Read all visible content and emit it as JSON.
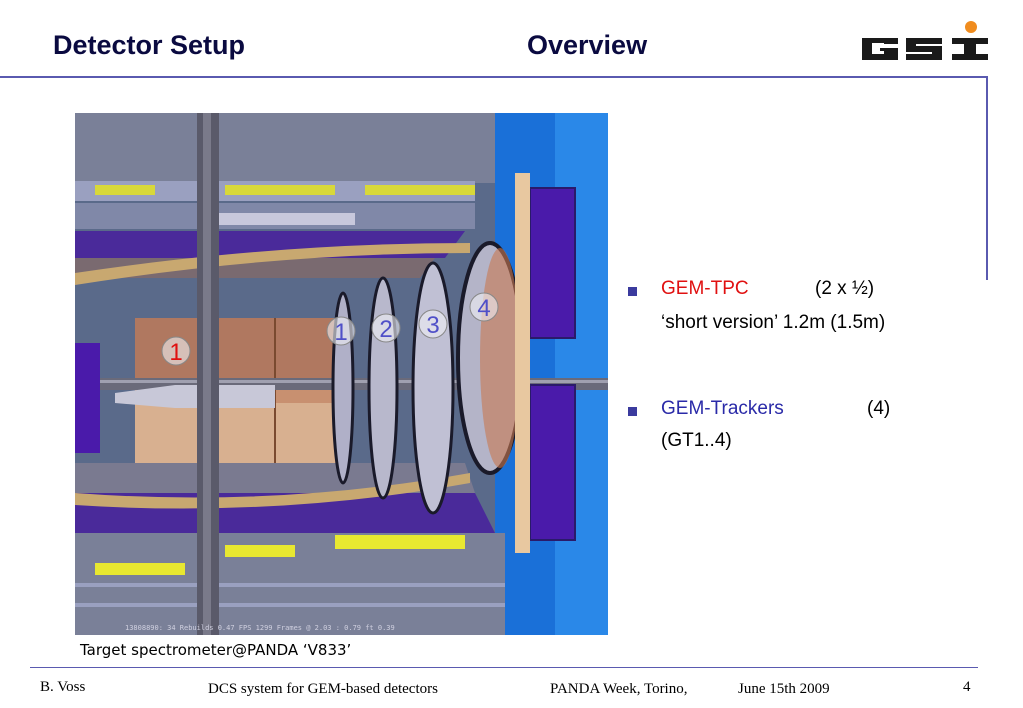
{
  "header": {
    "title_left": "Detector Setup",
    "title_right": "Overview",
    "logo_text": "GSI"
  },
  "figure": {
    "caption": "Target spectrometer@PANDA ‘V833’",
    "status_line": "13808890:   34 Rebuilds  0.47 FPS   1299 Frames @   2.03 :   0.79 ft 0.39",
    "markers": [
      {
        "label": "1",
        "color": "#e01010"
      },
      {
        "label": "1",
        "color": "#5050c8"
      },
      {
        "label": "2",
        "color": "#5050c8"
      },
      {
        "label": "3",
        "color": "#5050c8"
      },
      {
        "label": "4",
        "color": "#5050c8"
      }
    ]
  },
  "bullets": [
    {
      "name": "GEM-TPC",
      "count": "(2 x ½)",
      "detail": "‘short version’ 1.2m (1.5m)"
    },
    {
      "name": "GEM-Trackers",
      "count": "(4)",
      "detail": "(GT1..4)"
    }
  ],
  "footer": {
    "author": "B. Voss",
    "talk": "DCS system for GEM-based detectors",
    "event": "PANDA Week, Torino,",
    "date": "June 15th 2009",
    "page": "4"
  },
  "colors": {
    "accent": "#5a5ab0",
    "bullet_red": "#e01010",
    "bullet_blue": "#2a2aa8"
  }
}
